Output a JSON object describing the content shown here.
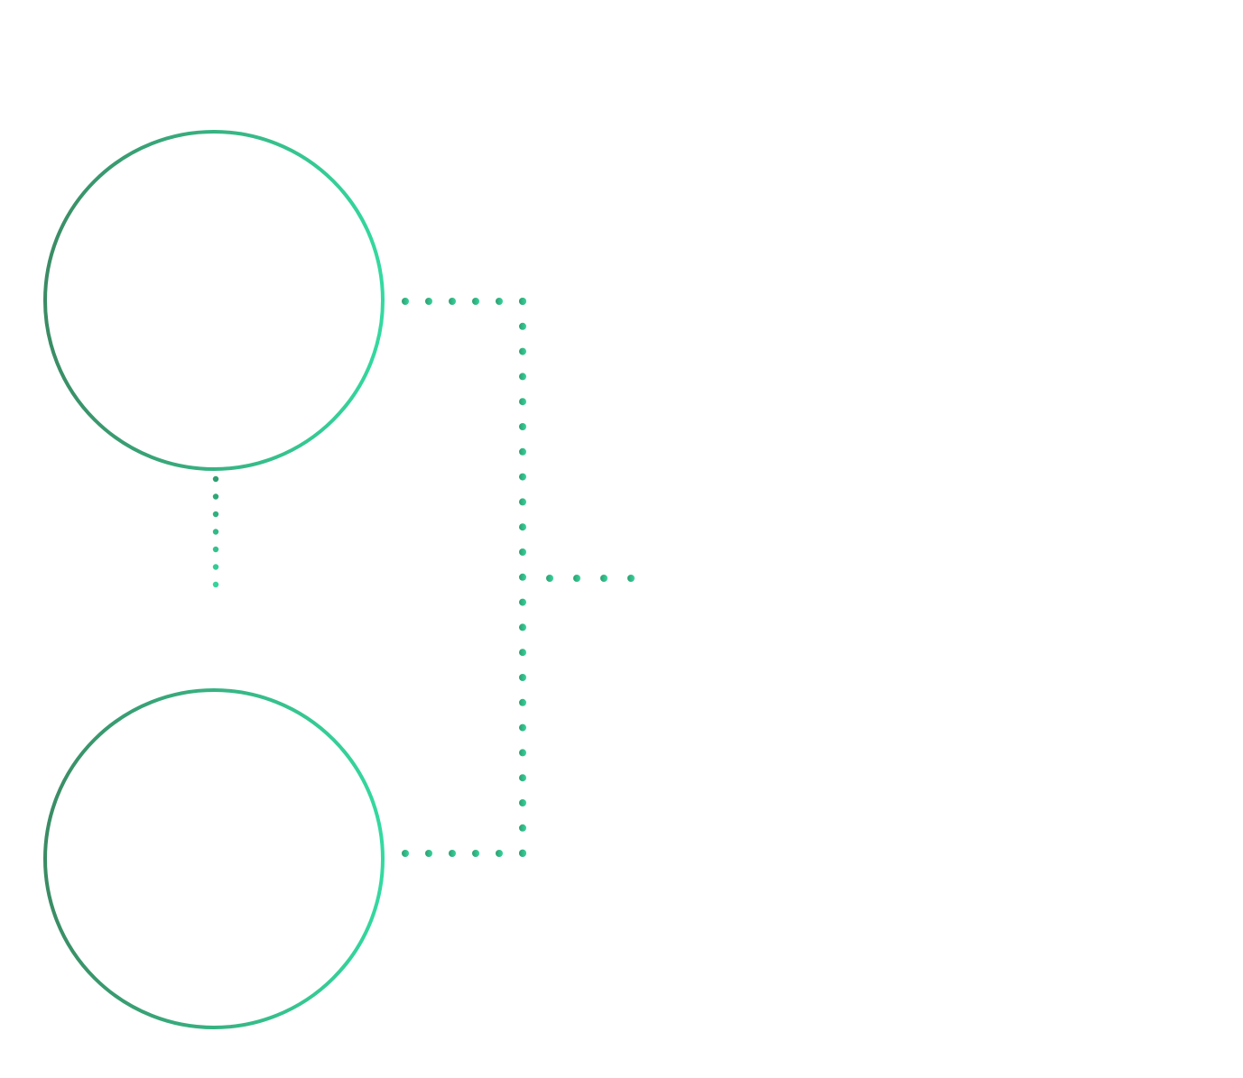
{
  "diagram": {
    "nodes": [
      {
        "id": "top",
        "shape": "circle",
        "label": ""
      },
      {
        "id": "bottom",
        "shape": "circle",
        "label": ""
      }
    ],
    "connectors": [
      {
        "from": "top",
        "to": "below-top",
        "style": "dotted"
      },
      {
        "from": "top",
        "to": "bracket",
        "style": "dotted"
      },
      {
        "from": "bottom",
        "to": "bracket",
        "style": "dotted"
      },
      {
        "from": "bracket",
        "to": "right",
        "style": "dotted"
      }
    ]
  },
  "colors": {
    "gradient_dark": "#3a8c64",
    "gradient_light": "#34d9a0",
    "connector_dark": "#2e9e70",
    "connector_light": "#35d49c",
    "background": "#ffffff"
  }
}
